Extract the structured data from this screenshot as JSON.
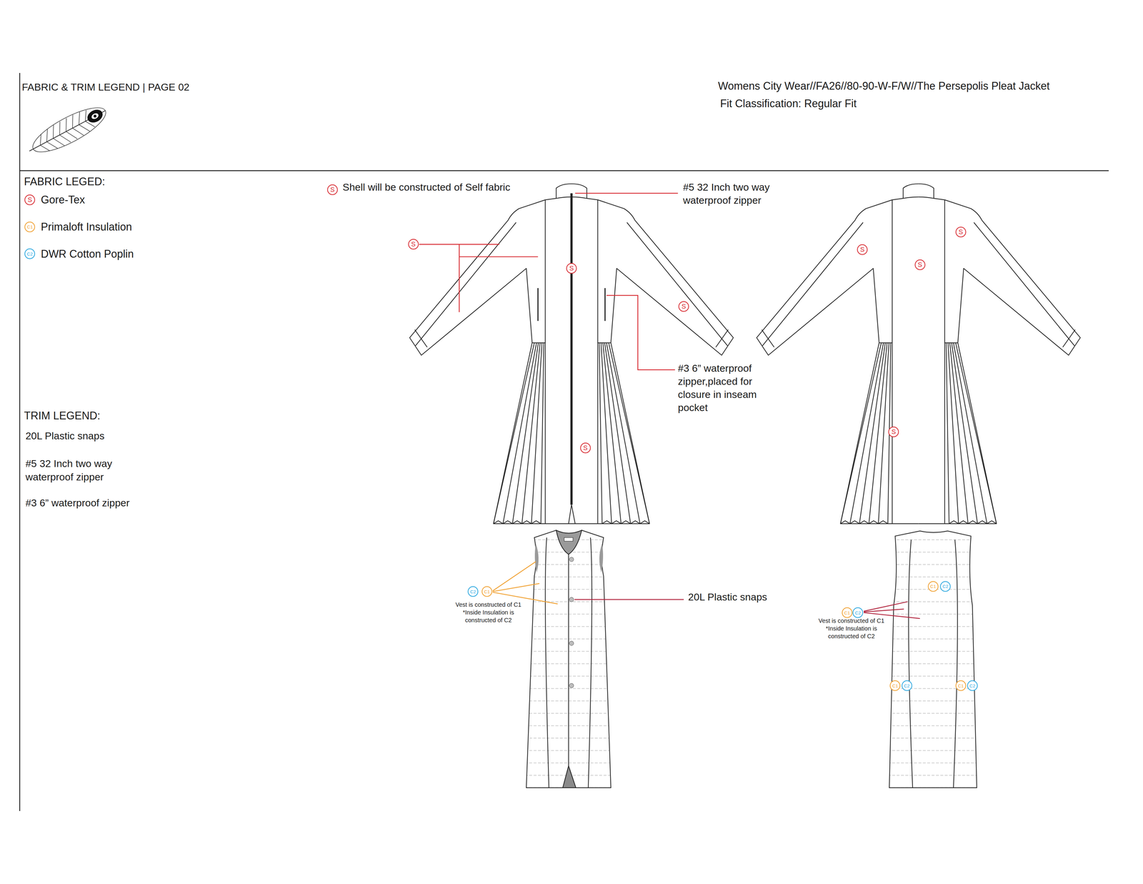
{
  "diagram": {
    "title": "FABRIC & TRIM LEGEND | PAGE 02",
    "nodes": [
      {
        "text": [
          "S"
        ]
      },
      {
        "text": [
          "C1"
        ]
      },
      {
        "text": [
          "C2"
        ]
      },
      {
        "text": [
          "S"
        ]
      },
      {
        "text": [
          "S"
        ]
      },
      {
        "text": [
          "S"
        ]
      },
      {
        "text": [
          "S"
        ]
      },
      {
        "text": [
          "S"
        ]
      },
      {
        "text": [
          "S"
        ]
      },
      {
        "text": [
          "S"
        ]
      },
      {
        "text": [
          "S"
        ]
      },
      {
        "text": [
          "S"
        ]
      },
      {
        "text": [
          "C2"
        ]
      },
      {
        "text": [
          "C1"
        ]
      },
      {
        "text": [
          "C1"
        ]
      },
      {
        "text": [
          "C2"
        ]
      },
      {
        "text": [
          "C1"
        ]
      },
      {
        "text": [
          "C2"
        ]
      },
      {
        "text": [
          "C1"
        ]
      },
      {
        "text": [
          "C2"
        ]
      },
      {
        "text": [
          "C1"
        ]
      },
      {
        "text": [
          "C2"
        ]
      }
    ],
    "labels": [
      "Womens City Wear//FA26//80-90-W-F/W//The Persepolis Pleat Jacket",
      "Fit Classification: Regular Fit",
      "FABRIC LEGED:",
      "TRIM LEGEND:",
      "20L Plastic snaps",
      "#5 32 Inch two way waterproof zipper",
      "#3 6” waterproof zipper",
      "Shell will be constructed of Self fabric",
      "#5 32 Inch two way waterproof zipper",
      "#3 6” waterproof zipper,placed for closure in inseam pocket",
      "20L Plastic snaps",
      "Vest is constructed of C1 *Inside Insulation is constructed of C2",
      "Vest is constructed of C1 *Inside Insulation is constructed of C2"
    ],
    "legend": [
      {
        "text": "Gore-Tex"
      },
      {
        "text": "Primaloft Insulation"
      },
      {
        "text": "DWR Cotton Poplin"
      }
    ]
  }
}
